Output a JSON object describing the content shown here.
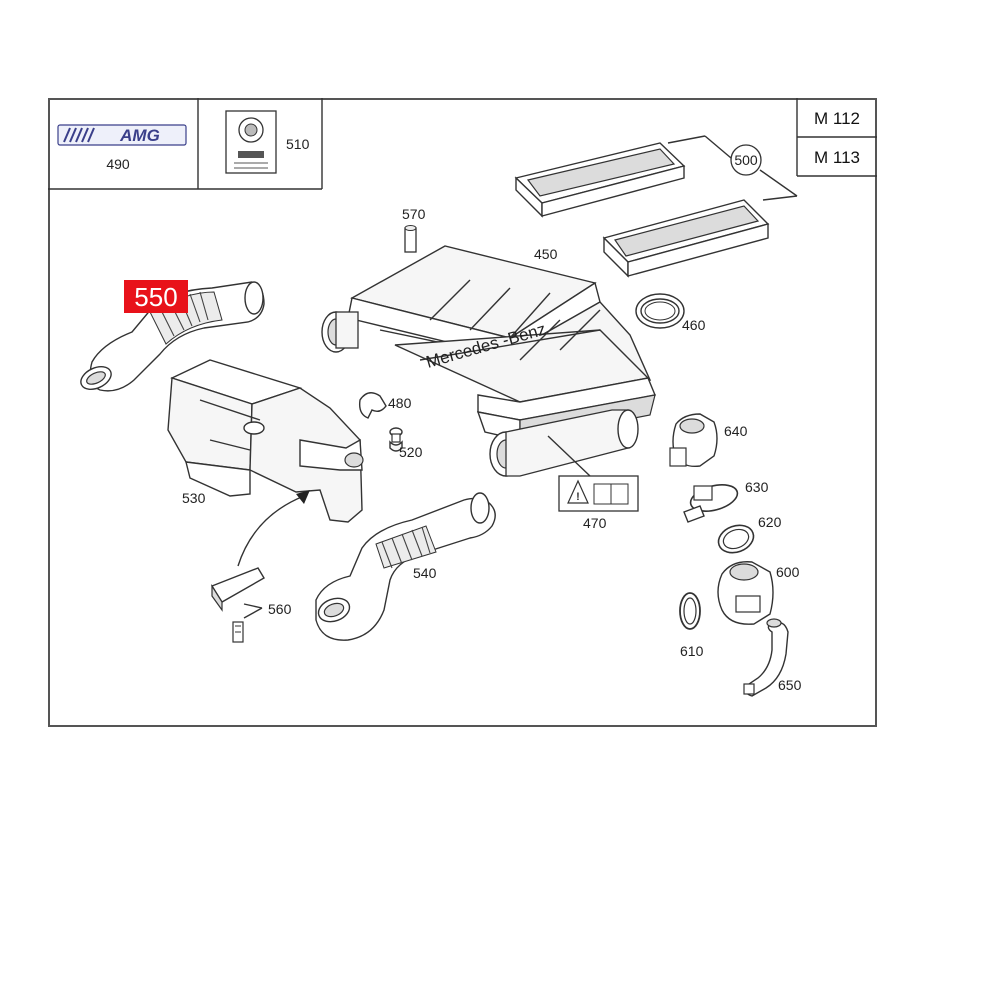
{
  "engines": [
    "M 112",
    "M 113"
  ],
  "inset_labels": {
    "amg_logo_part": "490",
    "sticker_part": "510",
    "amg_text": "AMG"
  },
  "highlighted_part": "550",
  "brand_text": "Mercedes -Benz",
  "parts": {
    "p500": "500",
    "p570": "570",
    "p450": "450",
    "p460": "460",
    "p480": "480",
    "p520": "520",
    "p530": "530",
    "p540": "540",
    "p560": "560",
    "p470": "470",
    "p640": "640",
    "p630": "630",
    "p620": "620",
    "p600": "600",
    "p610": "610",
    "p650": "650"
  },
  "colors": {
    "highlight": "#e8121a",
    "line": "#333333"
  }
}
